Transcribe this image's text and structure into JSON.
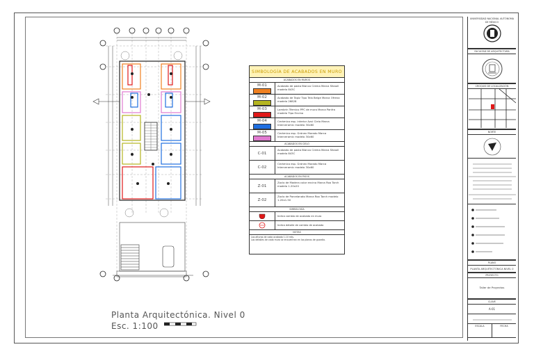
{
  "drawing": {
    "title": "Planta Arquitectónica. Nivel 0",
    "scale": "Esc. 1:100"
  },
  "legend": {
    "title": "SIMBOLOGÍA DE ACABADOS EN MURO",
    "section_walls": "ACABADOS EN MUROS",
    "walls": [
      {
        "code": "M-01",
        "color": "#f08020",
        "desc": "Acabado de pasta Blanco Crema Marca Sikaoll modelo 843C"
      },
      {
        "code": "M-02",
        "color": "#b5b520",
        "desc": "Acabado de Tapiz Tipo Tela Beige Marca Ofrena modelo 26828"
      },
      {
        "code": "M-03",
        "color": "#e01818",
        "desc": "Lambrín Térmico PPC de muro Marca Panfra modelo Tipo Encino"
      },
      {
        "code": "M-04",
        "color": "#1e6ee0",
        "desc": "Cerámico esp. interior Azul Cielo Marca Interceramic modelo 30x60"
      },
      {
        "code": "M-05",
        "color": "#e07ad0",
        "desc": "Cerámico esp. Gránex Morado Marca Interceramic modelo 30x60"
      }
    ],
    "section_ceilings": "ACABADOS EN CIELO",
    "ceilings": [
      {
        "code": "C-01",
        "desc": "Acabado de pasta Blanco Crema Marca Sikaoll modelo 843C"
      },
      {
        "code": "C-02",
        "desc": "Cerámico esp. Gránex Morado Marca Interceramic modelo 30x60"
      }
    ],
    "section_floors": "ACABADOS EN PISOS",
    "floors": [
      {
        "code": "Z-01",
        "desc": "Zoclo de Madera color encino Marca Roo Torch modelo 1.20x20"
      },
      {
        "code": "Z-02",
        "desc": "Zoclo de Porcelanato Marca Roo Torch modelo 1.20x1.50"
      }
    ],
    "section_symbols": "SIMBOLOGÍA",
    "symbols": [
      {
        "icon": "wall-finish-symbol-icon",
        "desc": "Indica cambio de acabado en muro"
      },
      {
        "icon": "ceiling-finish-symbol-icon",
        "desc": "Indica detalle de cambio de acabado"
      }
    ],
    "section_notes": "NOTAS",
    "notes": [
      "Las alturas de cada acabado 1.10 mts.",
      "Los detalles de cada muro se encuentran en los planos de guardia."
    ]
  },
  "titleblock": {
    "university": "UNIVERSIDAD NACIONAL AUTÓNOMA DE MÉXICO",
    "faculty": "FACULTAD DE ARQUITECTURA",
    "location_label": "CROQUIS DE LOCALIZACIÓN",
    "north_label": "NORTE",
    "drawing_label": "PLANO",
    "drawing_name": "PLANTA ARQUITECTÓNICA NIVEL 0",
    "project_label": "PROYECTO",
    "project_name": "Taller de Proyectos",
    "sheet_label": "CLAVE",
    "sheet_value": "A-01",
    "scale_label": "ESCALA",
    "date_label": "FECHA"
  }
}
